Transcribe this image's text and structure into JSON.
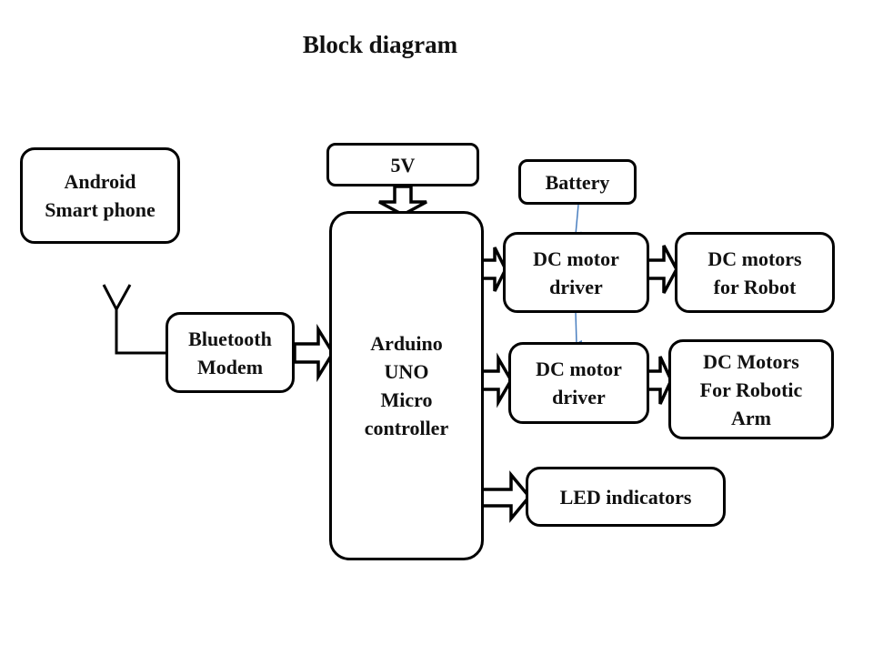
{
  "title": "Block diagram",
  "blocks": {
    "android": "Android\nSmart phone",
    "bluetooth": "Bluetooth\nModem",
    "power": "5V",
    "arduino": "Arduino\nUNO\nMicro\ncontroller",
    "battery": "Battery",
    "driver1": "DC motor\ndriver",
    "driver2": "DC motor\ndriver",
    "motors_robot": "DC motors\nfor Robot",
    "motors_arm": "DC Motors\nFor Robotic\nArm",
    "led": "LED indicators"
  },
  "connections": [
    {
      "from": "android",
      "to": "bluetooth",
      "type": "wireless-antenna"
    },
    {
      "from": "bluetooth",
      "to": "arduino",
      "type": "block-arrow"
    },
    {
      "from": "power",
      "to": "arduino",
      "type": "block-arrow"
    },
    {
      "from": "arduino",
      "to": "driver1",
      "type": "block-arrow"
    },
    {
      "from": "arduino",
      "to": "driver2",
      "type": "block-arrow"
    },
    {
      "from": "arduino",
      "to": "led",
      "type": "block-arrow"
    },
    {
      "from": "driver1",
      "to": "motors_robot",
      "type": "block-arrow"
    },
    {
      "from": "driver2",
      "to": "motors_arm",
      "type": "block-arrow"
    },
    {
      "from": "battery",
      "to": "driver1",
      "type": "thin-arrow"
    },
    {
      "from": "driver1",
      "to": "driver2",
      "type": "thin-arrow"
    }
  ],
  "colors": {
    "stroke": "#000000",
    "thin_arrow": "#4a7fc0"
  }
}
